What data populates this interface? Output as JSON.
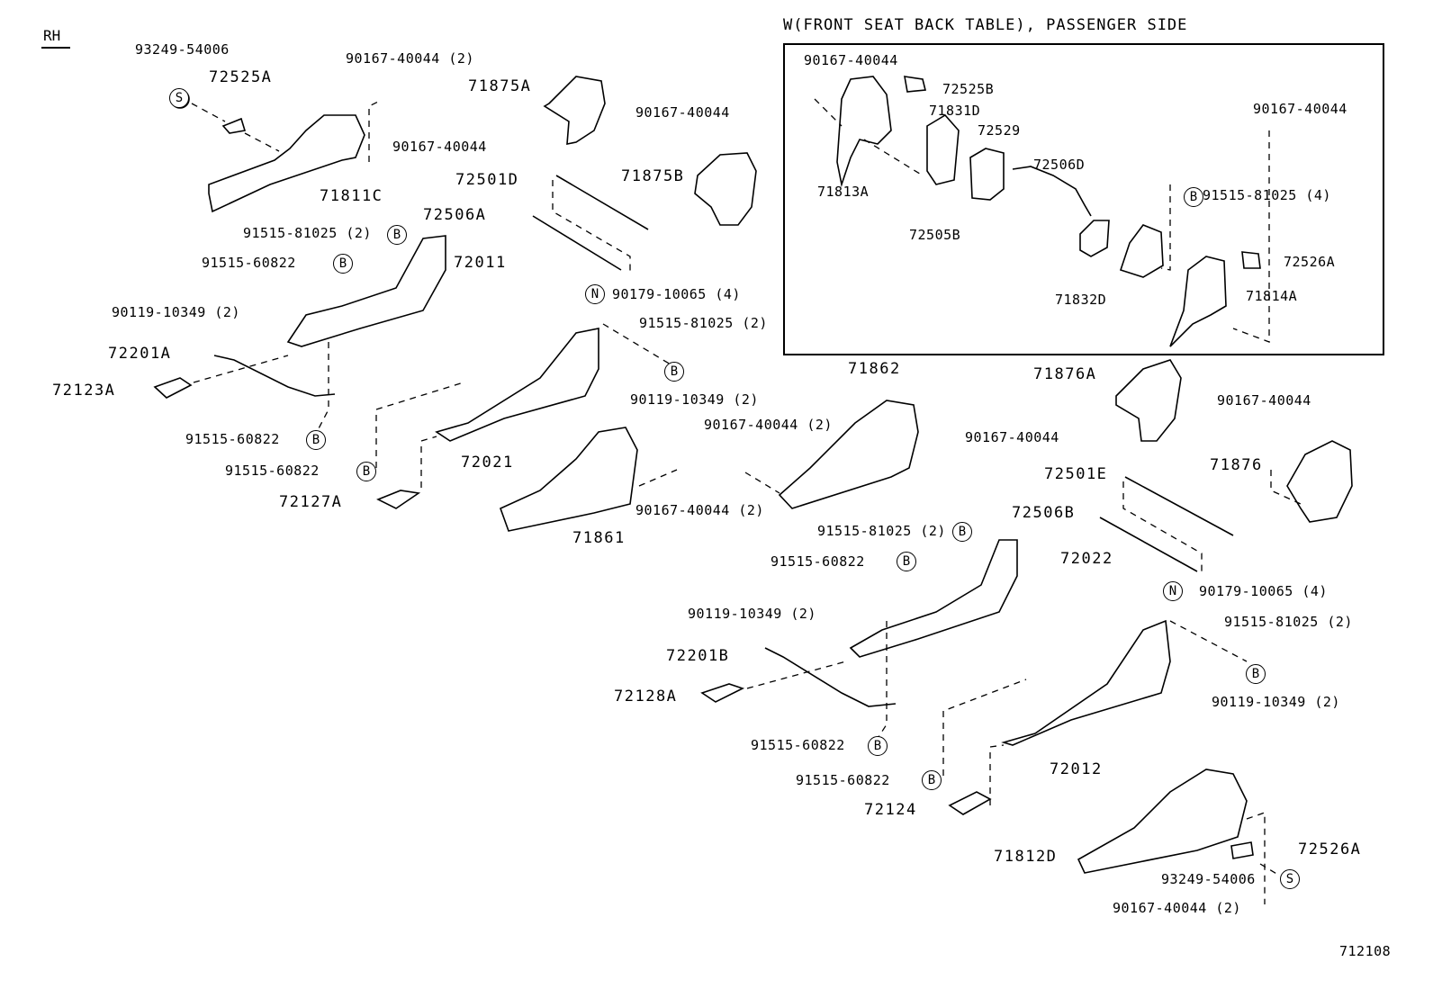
{
  "diagram": {
    "side_label": "RH",
    "figure_number": "712108",
    "inset": {
      "title": "W(FRONT SEAT BACK TABLE), PASSENGER SIDE",
      "labels": [
        "90167-40044",
        "72525B",
        "71831D",
        "72529",
        "72506D",
        "91515-81025 (4)",
        "90167-40044",
        "71813A",
        "72505B",
        "71832D",
        "72526A",
        "71814A"
      ],
      "callout_letters": [
        "B"
      ]
    },
    "labels": {
      "l_93249_54006_a": "93249-54006",
      "l_72525A": "72525A",
      "l_90167_2_a": "90167-40044 (2)",
      "l_71811C": "71811C",
      "l_71875A": "71875A",
      "l_90167_b": "90167-40044",
      "l_90167_c": "90167-40044",
      "l_71875B": "71875B",
      "l_72501D": "72501D",
      "l_72506A": "72506A",
      "l_91515_81025_2_a": "91515-81025 (2)",
      "l_91515_60822_a": "91515-60822",
      "l_72011": "72011",
      "l_90179_4_a": "90179-10065 (4)",
      "l_90119_2_a": "90119-10349 (2)",
      "l_72201A": "72201A",
      "l_72123A": "72123A",
      "l_91515_60822_b": "91515-60822",
      "l_91515_60822_c": "91515-60822",
      "l_72127A": "72127A",
      "l_72021": "72021",
      "l_91515_81025_2_b": "91515-81025 (2)",
      "l_90119_2_b": "90119-10349 (2)",
      "l_90167_2_b": "90167-40044 (2)",
      "l_90167_2_c": "90167-40044 (2)",
      "l_71861": "71861",
      "l_71862": "71862",
      "l_71876A": "71876A",
      "l_90167_d": "90167-40044",
      "l_90167_e": "90167-40044",
      "l_71876": "71876",
      "l_72501E": "72501E",
      "l_72506B": "72506B",
      "l_91515_81025_2_c": "91515-81025 (2)",
      "l_91515_60822_d": "91515-60822",
      "l_72022": "72022",
      "l_90179_4_b": "90179-10065 (4)",
      "l_90119_2_c": "90119-10349 (2)",
      "l_72201B": "72201B",
      "l_72128A": "72128A",
      "l_91515_60822_e": "91515-60822",
      "l_91515_60822_f": "91515-60822",
      "l_72124": "72124",
      "l_91515_81025_2_d": "91515-81025 (2)",
      "l_90119_2_d": "90119-10349 (2)",
      "l_72012": "72012",
      "l_71812D": "71812D",
      "l_72526A": "72526A",
      "l_93249_54006_b": "93249-54006",
      "l_90167_2_d": "90167-40044 (2)"
    },
    "callouts": {
      "bolt": "B",
      "screw": "S",
      "nut": "N"
    }
  }
}
